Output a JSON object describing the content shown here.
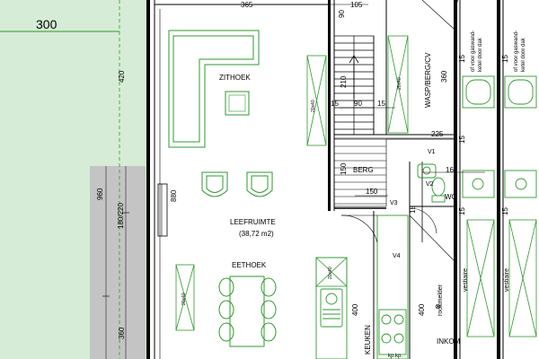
{
  "colors": {
    "garden": "#d6ecd6",
    "paving": "#c4c4c4",
    "wall": "#000000",
    "fixture": "#2e9a2e"
  },
  "dimensions": {
    "garden_width": "300",
    "d365": "365",
    "d105": "105",
    "d90_top": "90",
    "d420": "420",
    "d210": "210",
    "d15_a": "15",
    "d90_mid": "90",
    "d15_b": "15",
    "d360_wasp": "360",
    "d225": "225",
    "d165": "165",
    "d150_berg": "150",
    "d150_bottom": "150",
    "d880": "880",
    "d960": "960",
    "d180_220": "180/220",
    "d360_left": "360",
    "d400_a": "400",
    "d400_b": "400",
    "d15_right1": "15",
    "d15_right2": "15",
    "d15_right3": "15",
    "d15_right4": "15",
    "d15_right5": "15",
    "d15_right6": "15"
  },
  "rooms": {
    "zithoek": "ZITHOEK",
    "leefruimte": "LEEFRUIMTE",
    "leefruimte_area": "(38,72 m2)",
    "eethoek": "EETHOEK",
    "berg": "BERG",
    "wasp": "WASP/BERG/CV",
    "wc": "WC",
    "keuken": "KEUKEN",
    "inkom": "INKOM"
  },
  "labels": {
    "v1": "V1",
    "v2": "V2",
    "v3": "V3",
    "v4": "V4",
    "rookmelder": "rookmelder",
    "vestiaire_1": "vestiaire",
    "vestiaire_2": "vestiaire",
    "gaswand_1": "of voor gaswand-",
    "gaswand_1b": "ketel door dak",
    "gaswand_2": "of voor gaswand-",
    "gaswand_2b": "ketel door dak",
    "tag_1": "20x40",
    "tag_2": "20x40",
    "tag_3": "20x40",
    "tag_4": "20x40",
    "kpkp": "kp.kp."
  }
}
